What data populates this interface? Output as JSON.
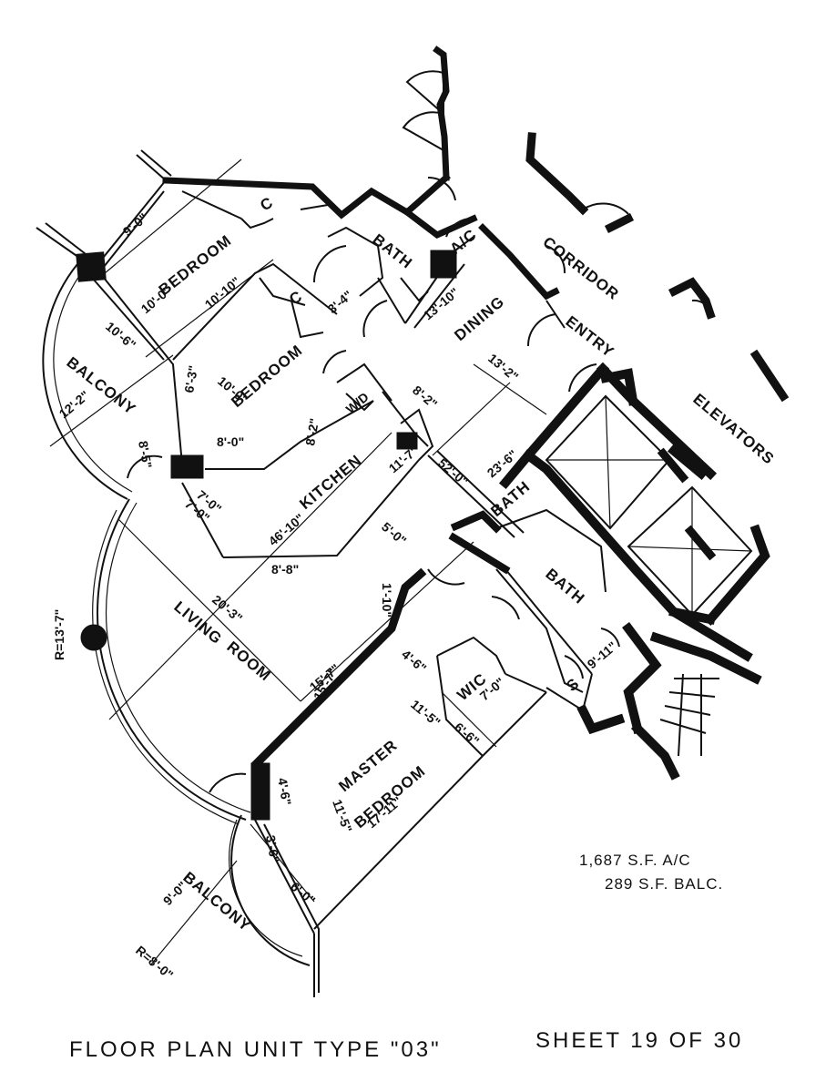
{
  "rooms": {
    "bedroom_1": "BEDROOM",
    "bedroom_2": "BEDROOM",
    "bath_1": "BATH",
    "bath_2": "BATH",
    "bath_3": "BATH",
    "ac": "A/C",
    "dining": "DINING",
    "corridor": "CORRIDOR",
    "entry": "ENTRY",
    "elevators": "ELEVATORS",
    "balcony_1": "BALCONY",
    "balcony_2": "BALCONY",
    "kitchen": "KITCHEN",
    "wd": "W/D",
    "living_room_1": "LIVING",
    "living_room_2": "ROOM",
    "master_1": "MASTER",
    "master_2": "BEDROOM",
    "wic": "WIC",
    "closet_1": "C",
    "closet_2": "C",
    "s": "S"
  },
  "dimensions": {
    "d_9_0_top": "9'-0\"",
    "d_10_0": "10'-0\"",
    "d_10_10": "10'-10\"",
    "d_3_4": "3'-4\"",
    "d_13_10": "13'-10\"",
    "d_10_6": "10'-6\"",
    "d_12_2": "12'-2\"",
    "d_10_0_b2": "10'-0\"",
    "d_6_3": "6'-3\"",
    "d_8_0": "8'-0\"",
    "d_8_5": "8'-5\"",
    "d_8_2": "8'-2\"",
    "d_8_2b": "8'-2\"",
    "d_13_2": "13'-2\"",
    "d_7_0": "7'-0\"",
    "d_7_0b": "7'-0\"",
    "d_46_10": "46'-10\"",
    "d_11_7": "11'-7\"",
    "d_52_0": "52'-0\"",
    "d_23_6": "23'-6\"",
    "d_8_8": "8'-8\"",
    "d_5_0": "5'-0\"",
    "d_r13_7": "R=13'-7\"",
    "d_20_3": "20'-3\"",
    "d_1_10": "1'-10\"",
    "d_15_7a": "15'-7\"",
    "d_15_7b": "15'-7\"",
    "d_4_6a": "4'-6\"",
    "d_6_6": "6'-6\"",
    "d_7_0c": "7'-0\"",
    "d_11_5a": "11'-5\"",
    "d_9_11": "9'-11\"",
    "d_11_5b": "11'-5\"",
    "d_17_11": "17'-11\"",
    "d_4_6b": "4'-6\"",
    "d_3_6": "3'-6\"",
    "d_6_0": "6'-0\"",
    "d_9_0_bal": "9'-0\"",
    "d_r8_0": "R=8'-0\""
  },
  "areas": {
    "ac_area": "1,687  S.F.  A/C",
    "balc_area": "289  S.F.  BALC."
  },
  "footer": {
    "title": "FLOOR  PLAN  UNIT  TYPE  \"03\"",
    "sheet": "SHEET  19  OF  30"
  }
}
